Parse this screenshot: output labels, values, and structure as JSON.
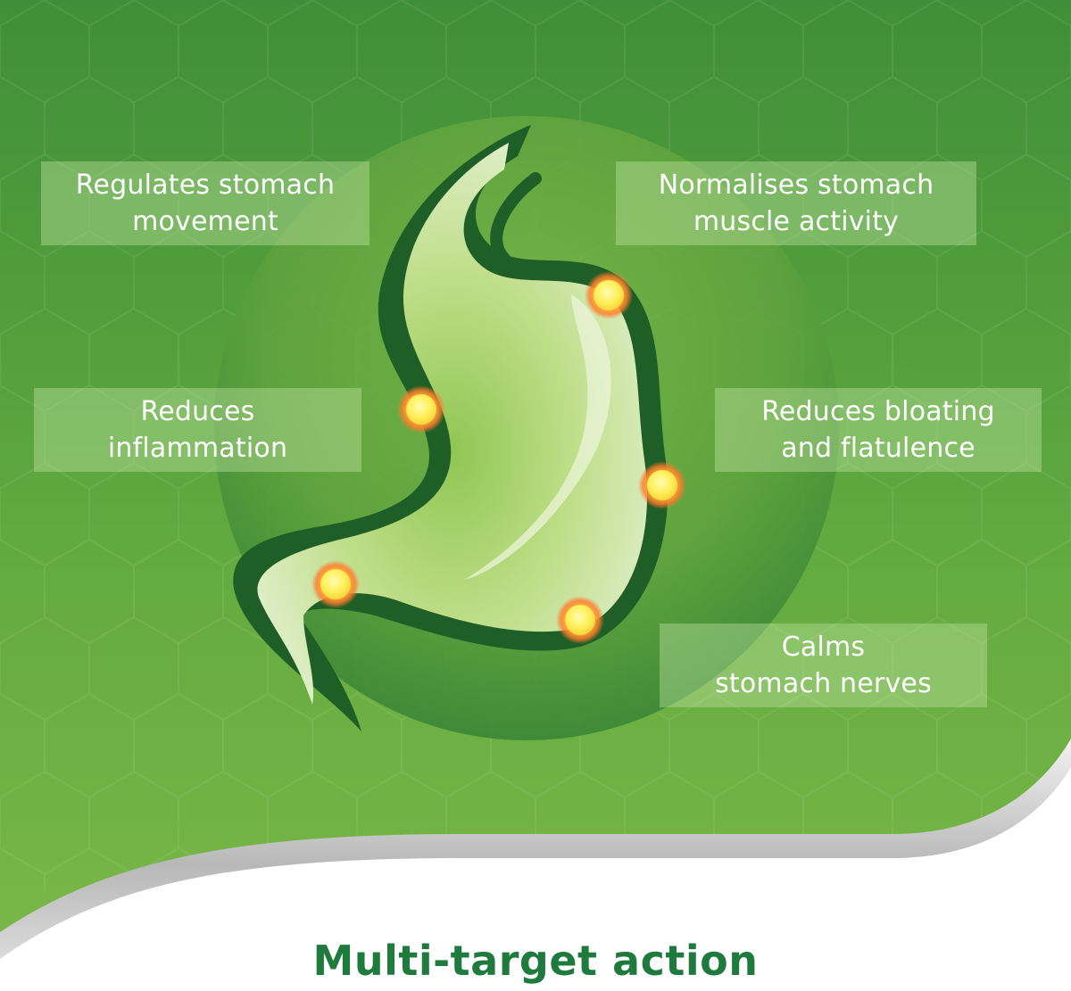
{
  "colors": {
    "background_green": "#5fa83e",
    "circle_green": "#4f9a38",
    "stomach_outline": "#1e5c25",
    "stomach_fill": "#c8e2a4",
    "target_dot": "#ffe95a",
    "title_green": "#1f7a3e"
  },
  "labels": {
    "top_left": [
      "Regulates stomach",
      "movement"
    ],
    "top_right": [
      "Normalises stomach",
      "muscle activity"
    ],
    "mid_left": [
      "Reduces",
      "inflammation"
    ],
    "mid_right": [
      "Reduces bloating",
      "and flatulence"
    ],
    "bottom_right": [
      "Calms",
      "stomach nerves"
    ]
  },
  "footer": {
    "title": "Multi-target action"
  }
}
